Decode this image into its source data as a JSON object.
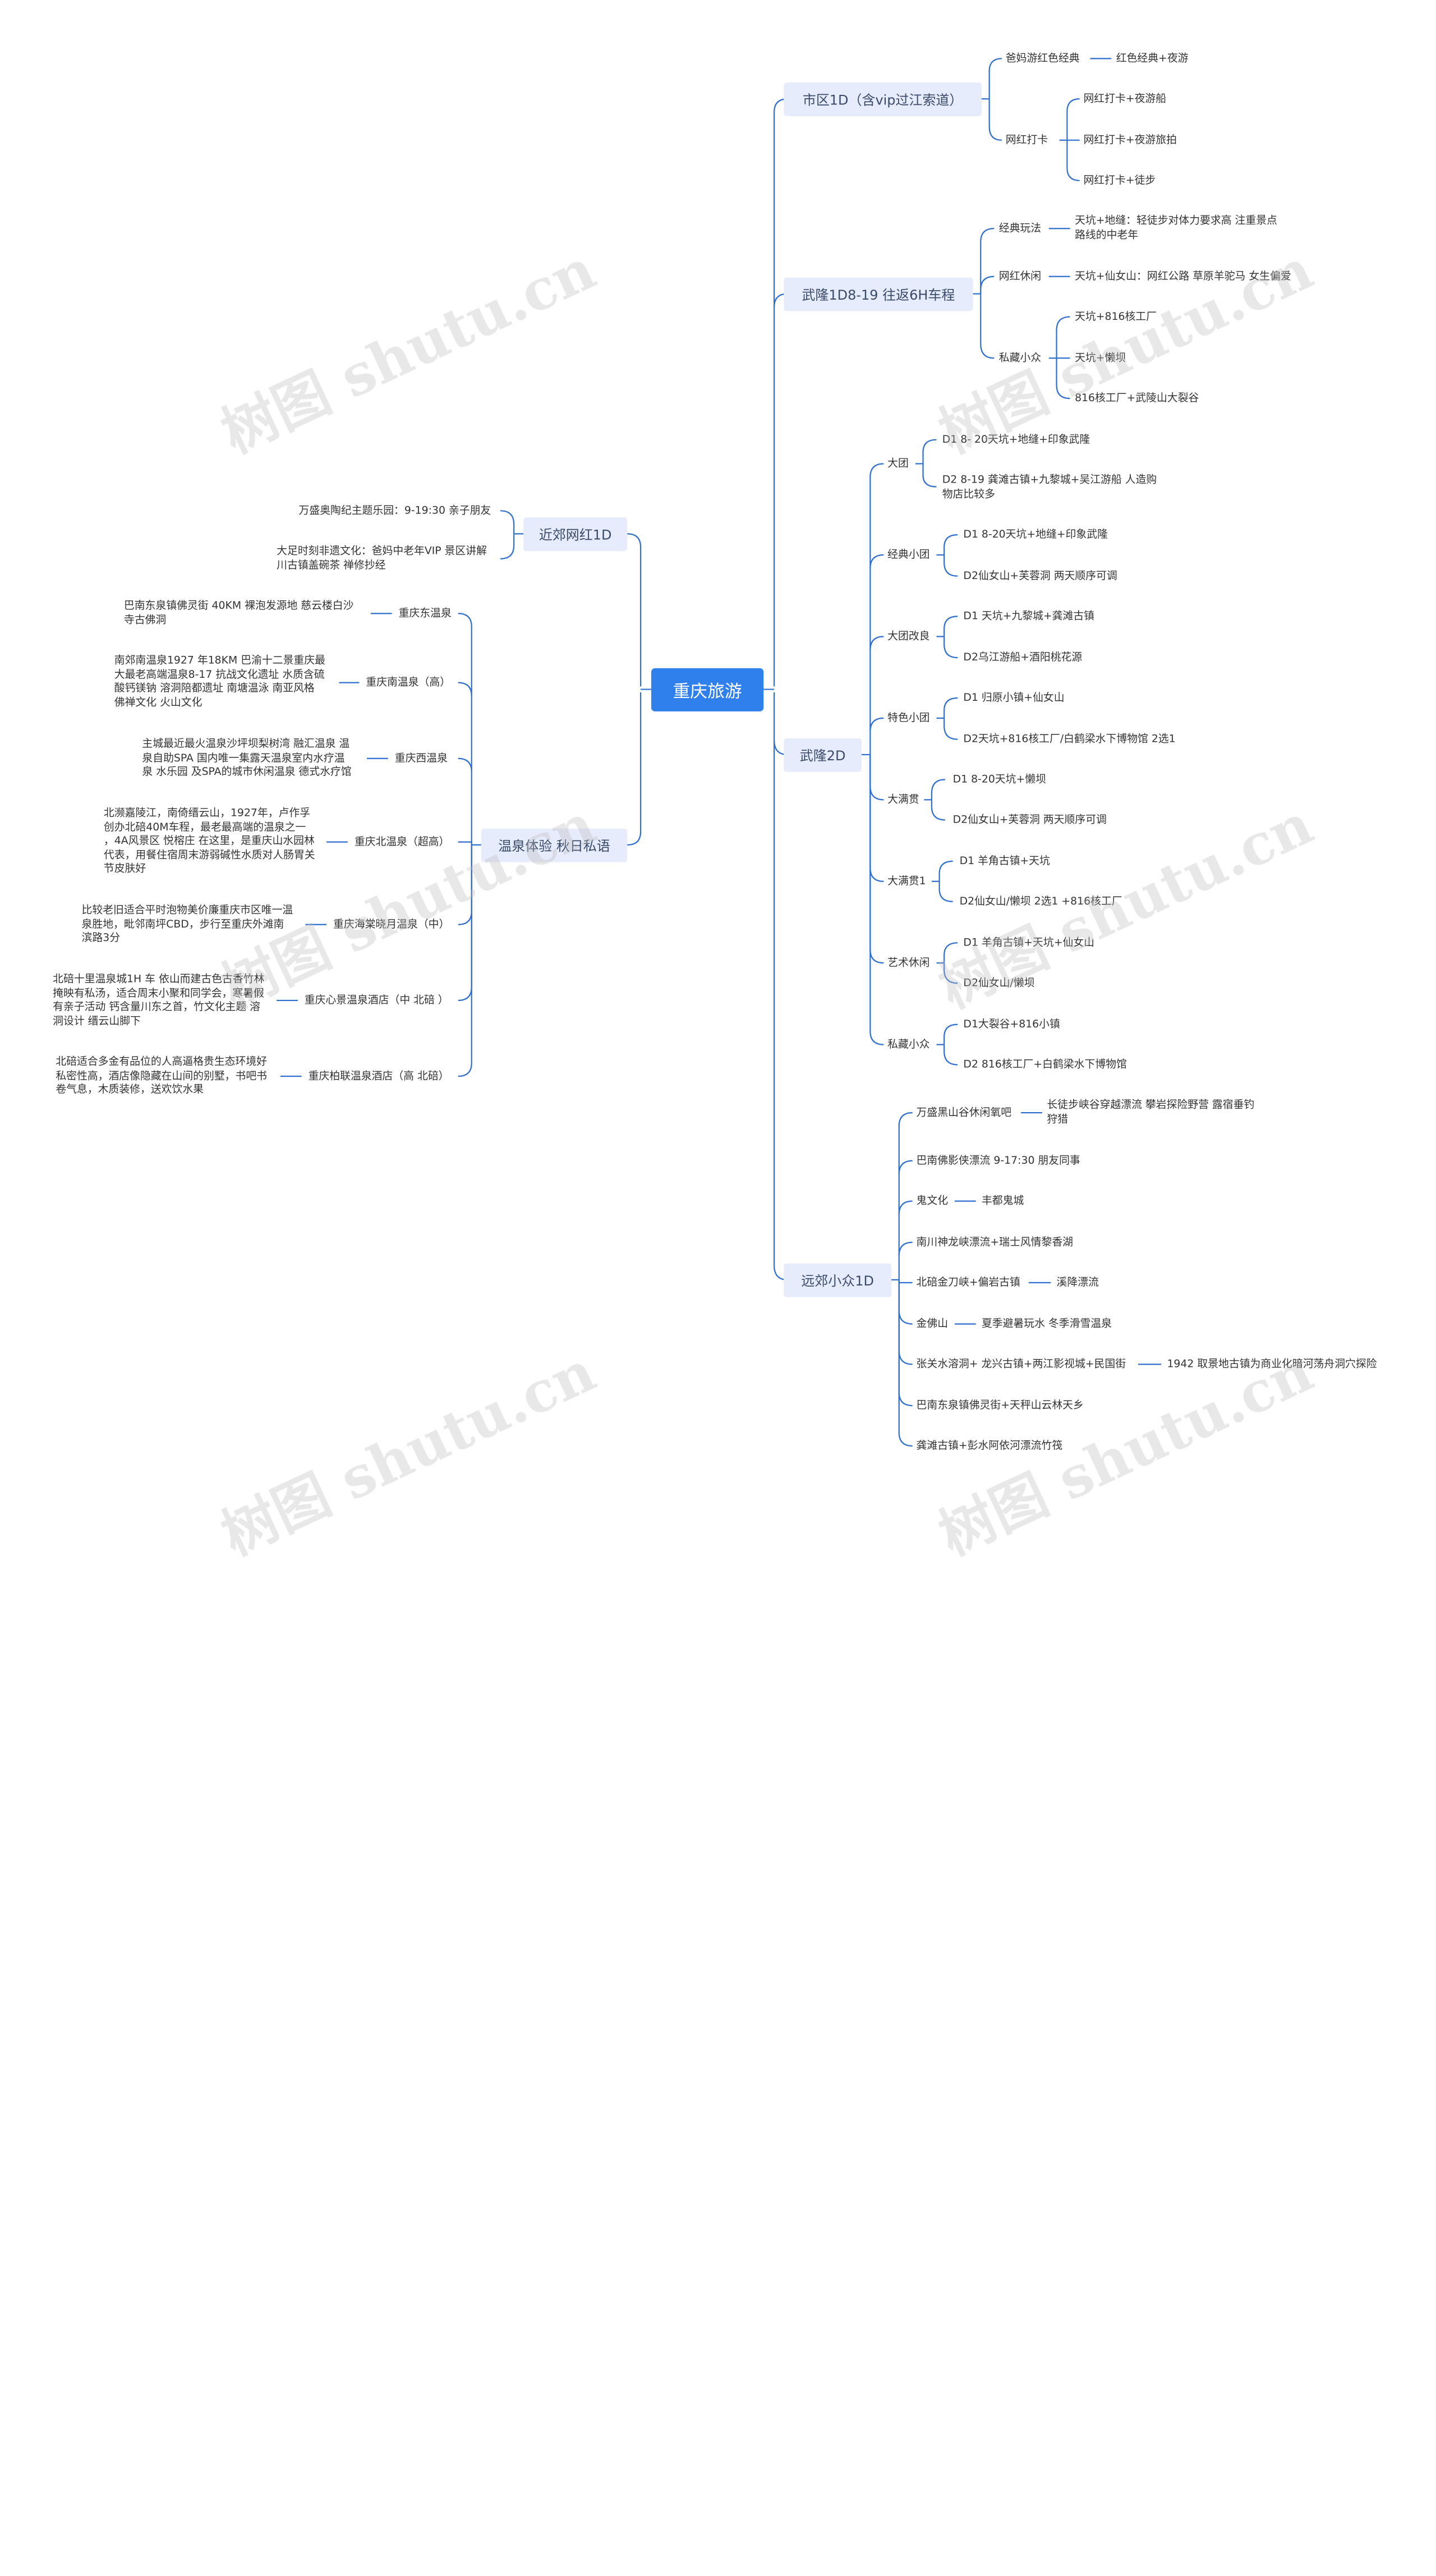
{
  "watermark": "树图 shutu.cn",
  "colors": {
    "root_bg": "#2f80ed",
    "branch_bg": "#e6ecfb",
    "line": "#2f6fd0"
  },
  "root": "重庆旅游",
  "branches": {
    "b1": {
      "label": "市区1D（含vip过江索道）",
      "c1": {
        "label": "爸妈游红色经典",
        "leaf": "红色经典+夜游"
      },
      "c2": {
        "label": "网红打卡",
        "l1": "网红打卡+夜游船",
        "l2": "网红打卡+夜游旅拍",
        "l3": "网红打卡+徒步"
      }
    },
    "b2": {
      "label": "武隆1D8-19 往返6H车程",
      "c1": {
        "label": "经典玩法",
        "leaf": "天坑+地缝：轻徒步对体力要求高 注重景点\n路线的中老年"
      },
      "c2": {
        "label": "网红休闲",
        "leaf": "天坑+仙女山：网红公路 草原羊驼马 女生偏爱"
      },
      "c3": {
        "label": "私藏小众",
        "l1": "天坑+816核工厂",
        "l2": "天坑+懒坝",
        "l3": "816核工厂+武陵山大裂谷"
      }
    },
    "b3": {
      "label": "武隆2D",
      "c1": {
        "label": "大团",
        "l1": "D1 8- 20天坑+地缝+印象武隆",
        "l2": "D2 8-19 龚滩古镇+九黎城+吴江游船 人造购\n物店比较多"
      },
      "c2": {
        "label": "经典小团",
        "l1": "D1 8-20天坑+地缝+印象武隆",
        "l2": "D2仙女山+芙蓉洞 两天顺序可调"
      },
      "c3": {
        "label": "大团改良",
        "l1": "D1 天坑+九黎城+龚滩古镇",
        "l2": "D2乌江游船+酒阳桃花源"
      },
      "c4": {
        "label": "特色小团",
        "l1": "D1 归原小镇+仙女山",
        "l2": "D2天坑+816核工厂/白鹤梁水下博物馆 2选1"
      },
      "c5": {
        "label": "大满贯",
        "l1": "D1 8-20天坑+懒坝",
        "l2": "D2仙女山+芙蓉洞 两天顺序可调"
      },
      "c6": {
        "label": "大满贯1",
        "l1": "D1 羊角古镇+天坑",
        "l2": "D2仙女山/懒坝 2选1 +816核工厂"
      },
      "c7": {
        "label": "艺术休闲",
        "l1": "D1 羊角古镇+天坑+仙女山",
        "l2": "D2仙女山/懒坝"
      },
      "c8": {
        "label": "私藏小众",
        "l1": "D1大裂谷+816小镇",
        "l2": "D2 816核工厂+白鹤梁水下博物馆"
      }
    },
    "b4": {
      "label": "远郊小众1D",
      "c1": {
        "label": "万盛黑山谷休闲氧吧",
        "leaf": "长徒步峡谷穿越漂流 攀岩探险野营 露宿垂钓\n狩猎"
      },
      "c2": {
        "label": "巴南佛影侠漂流 9-17:30 朋友同事"
      },
      "c3": {
        "label": "鬼文化",
        "leaf": "丰都鬼城"
      },
      "c4": {
        "label": "南川神龙峡漂流+瑞士风情黎香湖"
      },
      "c5": {
        "label": "北碚金刀峡+偏岩古镇",
        "leaf": "溪降漂流"
      },
      "c6": {
        "label": "金佛山",
        "leaf": "夏季避暑玩水 冬季滑雪温泉"
      },
      "c7": {
        "label": "张关水溶洞+ 龙兴古镇+两江影视城+民国街",
        "leaf": "1942 取景地古镇为商业化暗河荡舟洞穴探险"
      },
      "c8": {
        "label": "巴南东泉镇佛灵街+天秤山云林天乡"
      },
      "c9": {
        "label": "龚滩古镇+彭水阿依河漂流竹筏"
      }
    },
    "b5": {
      "label": "近郊网红1D",
      "c1": {
        "label": "万盛奥陶纪主题乐园：9-19:30 亲子朋友"
      },
      "c2": {
        "label": "大足时刻非遗文化：爸妈中老年VIP 景区讲解\n川古镇盖碗茶 禅修抄经"
      }
    },
    "b6": {
      "label": "温泉体验 秋日私语",
      "c1": {
        "label": "重庆东温泉",
        "leaf": "巴南东泉镇佛灵街 40KM 裸泡发源地 慈云楼白沙\n寺古佛洞"
      },
      "c2": {
        "label": "重庆南温泉（高）",
        "leaf": "南郊南温泉1927 年18KM 巴渝十二景重庆最\n大最老高端温泉8-17 抗战文化遗址 水质含硫\n酸钙镁钠 溶洞陪都遗址 南塘温泳 南亚风格\n佛禅文化 火山文化"
      },
      "c3": {
        "label": "重庆西温泉",
        "leaf": "主城最近最火温泉沙坪坝梨树湾 融汇温泉 温\n泉自助SPA 国内唯一集露天温泉室内水疗温\n泉 水乐园 及SPA的城市休闲温泉 德式水疗馆"
      },
      "c4": {
        "label": "重庆北温泉（超高）",
        "leaf": "北濒嘉陵江，南倚缙云山，1927年，卢作孚\n创办北碚40M车程，最老最高端的温泉之一\n，4A风景区 悦榕庄 在这里，是重庆山水园林\n代表，用餐住宿周末游弱碱性水质对人肠胃关\n节皮肤好"
      },
      "c5": {
        "label": "重庆海棠晓月温泉（中）",
        "leaf": "比较老旧适合平时泡物美价廉重庆市区唯一温\n泉胜地，毗邻南坪CBD，步行至重庆外滩南\n滨路3分"
      },
      "c6": {
        "label": "重庆心景温泉酒店（中 北碚 ）",
        "leaf": "北碚十里温泉城1H 车 依山而建古色古香竹林\n掩映有私汤，适合周末小聚和同学会，寒暑假\n有亲子活动 钙含量川东之首，竹文化主题 溶\n洞设计 缙云山脚下"
      },
      "c7": {
        "label": "重庆柏联温泉酒店（高 北碚）",
        "leaf": "北碚适合多金有品位的人高逼格贵生态环境好\n私密性高，酒店像隐藏在山间的别墅，书吧书\n卷气息，木质装修，送欢饮水果"
      }
    }
  }
}
